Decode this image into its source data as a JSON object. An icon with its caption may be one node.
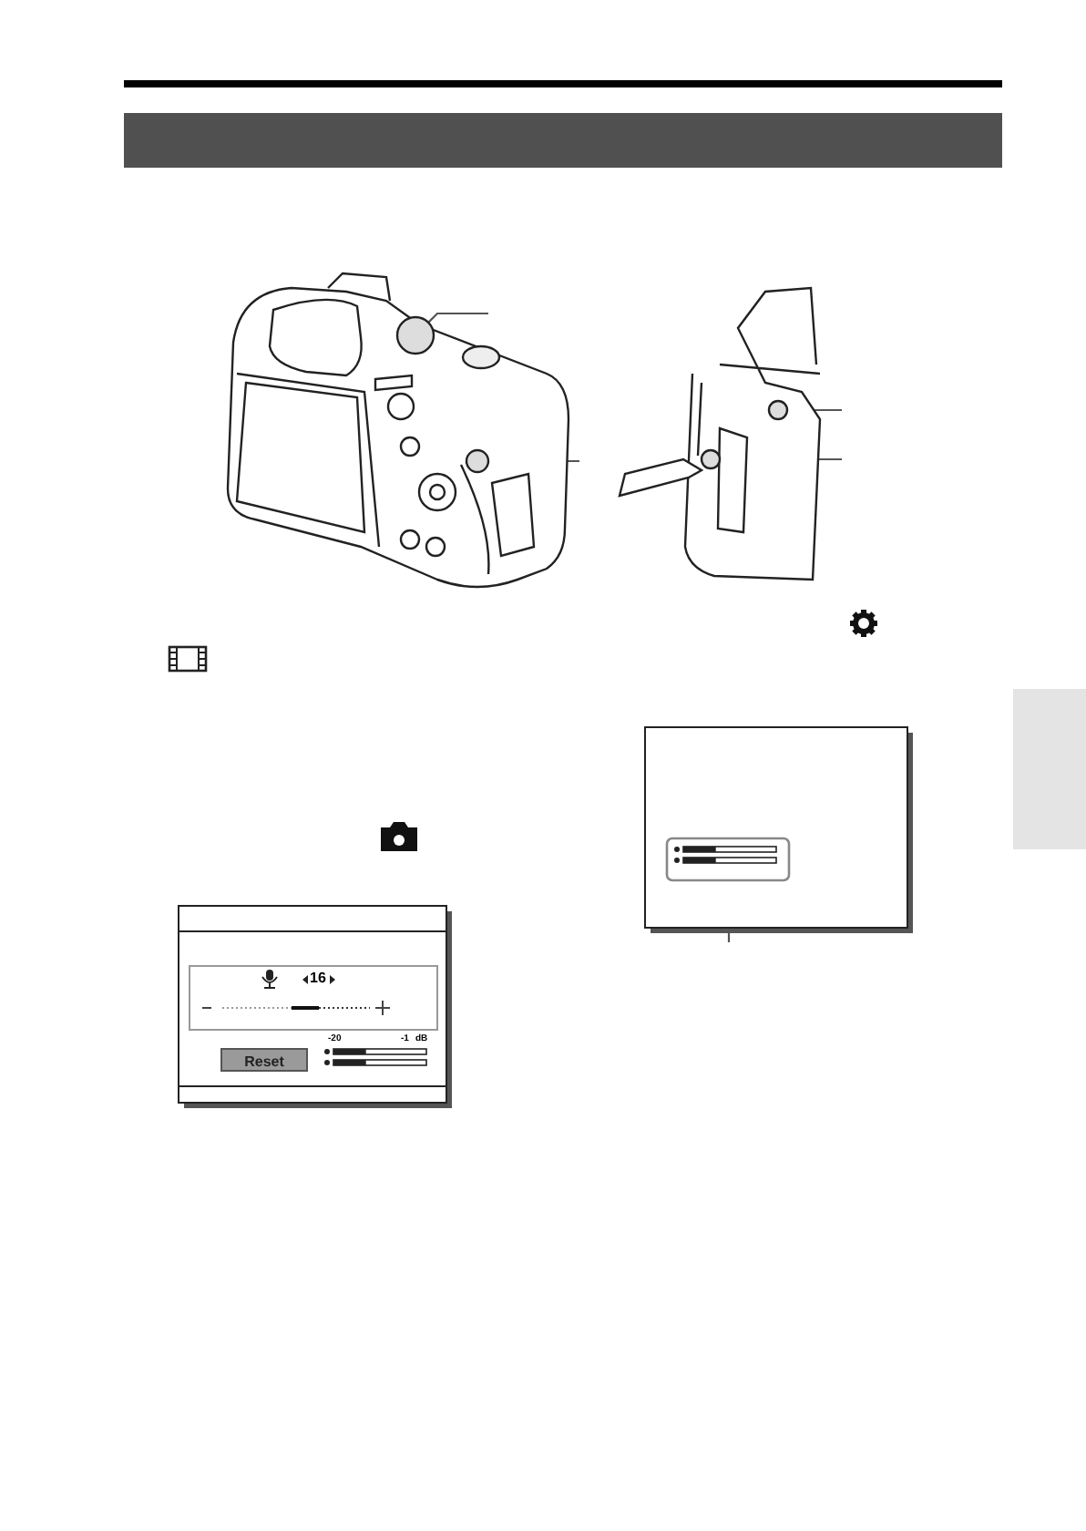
{
  "diagram": {
    "nodes": [
      {
        "text": [],
        "shape": "picture"
      },
      {
        "text": [],
        "shape": "picture"
      },
      {
        "text": [],
        "shape": "circle",
        "in": 0
      },
      {
        "text": [],
        "shape": "circle",
        "in": 0
      },
      {
        "text": [],
        "shape": "circle",
        "in": 1
      },
      {
        "text": [],
        "shape": "circle",
        "in": 1
      },
      {
        "text": [],
        "shape": "box"
      },
      {
        "text": [],
        "shape": "bar"
      },
      {
        "text": [],
        "shape": "box"
      }
    ],
    "edges": [
      {
        "from": null,
        "to": 2,
        "arrow": "none"
      },
      {
        "from": null,
        "to": 3,
        "arrow": "none"
      },
      {
        "from": null,
        "to": 4,
        "arrow": "none"
      },
      {
        "from": null,
        "to": 5,
        "arrow": "none"
      },
      {
        "from": null,
        "to": 6,
        "arrow": "none"
      }
    ],
    "labels": [
      "16",
      "Reset",
      "-20",
      "-1",
      "dB"
    ]
  }
}
